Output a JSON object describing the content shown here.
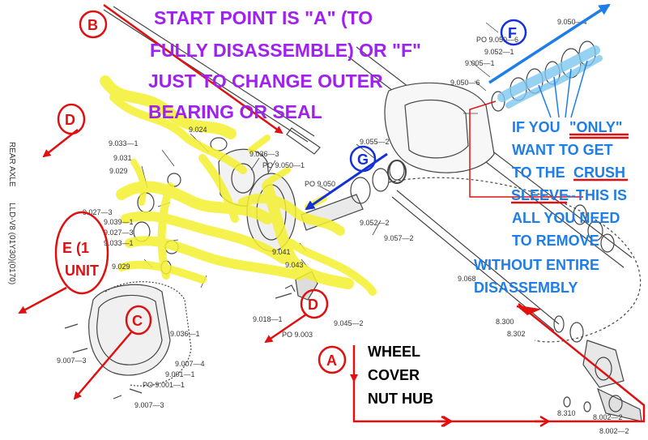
{
  "side_text": [
    "REAR AXLE",
    "LLD-V8 (01Y30)(0170)"
  ],
  "part_numbers": [
    "9.050—4",
    "PO 9.050—6",
    "9.052—1",
    "9.005—1",
    "9.050—6",
    "9.024",
    "9.033—1",
    "9.031",
    "9.029",
    "9.036—3",
    "PO 9.050—1",
    "9.055—2",
    "9.027—3",
    "9.039—1",
    "9.027—3",
    "9.033—1",
    "9.029",
    "PO 9.050",
    "9.052—2",
    "9.057—2",
    "9.041",
    "9.043",
    "9.068",
    "9.018—1",
    "PO 9.003",
    "9.045—2",
    "9.036—1",
    "9.007—4",
    "9.001—1",
    "PO 9.001—1",
    "9.007—3",
    "9.007—3",
    "8.300",
    "8.302",
    "8.310",
    "8.002—2",
    "8.002—2"
  ],
  "annotations": {
    "start_lines": [
      "START POINT IS \"A\"  (TO",
      "FULLY DISASSEMBLE)   OR  \"F\"",
      "JUST TO CHANGE OUTER",
      "BEARING OR SEAL"
    ],
    "only_lines": [
      "IF YOU",
      "\"ONLY\"",
      "WANT TO GET",
      "TO THE",
      "CRUSH",
      "SLEEVE",
      "--THIS IS",
      "ALL YOU NEED",
      "TO REMOVE",
      "WITHOUT ENTIRE",
      "DISASSEMBLY"
    ],
    "wheel_lines": [
      "WHEEL",
      "COVER",
      "NUT HUB"
    ]
  },
  "markers": {
    "A": "A",
    "B": "B",
    "C": "C",
    "D1": "D",
    "D2": "D",
    "E_lines": [
      "E (1",
      "UNIT"
    ],
    "F": "F",
    "G": "G"
  },
  "colors": {
    "marker_red": "#e01010",
    "marker_blue": "#1430d8",
    "annot_purple": "#a020f0",
    "annot_blue": "#1e7ee8",
    "highlight_yellow": "#f4f030"
  }
}
